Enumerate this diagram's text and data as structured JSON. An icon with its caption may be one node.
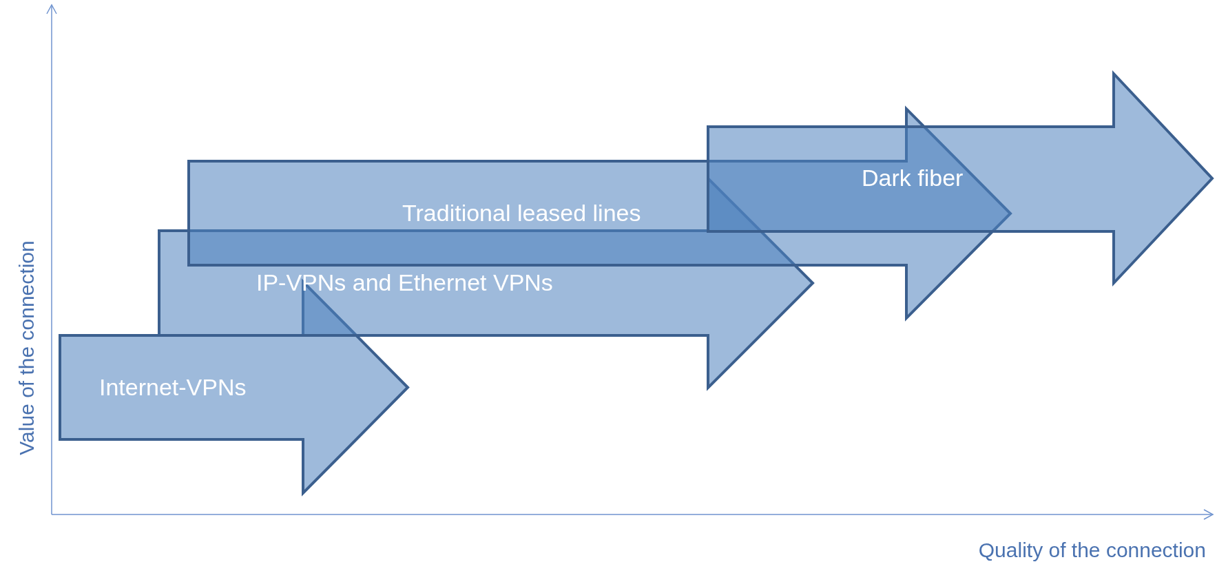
{
  "diagram": {
    "nodes": [
      {
        "text": [
          "Internet-VPNs"
        ]
      },
      {
        "text": [
          "IP-VPNs and Ethernet VPNs"
        ]
      },
      {
        "text": [
          "Traditional leased lines"
        ]
      },
      {
        "text": [
          "Dark fiber"
        ]
      }
    ],
    "labels": [
      "Value of the connection",
      "Quality of the connection"
    ]
  }
}
